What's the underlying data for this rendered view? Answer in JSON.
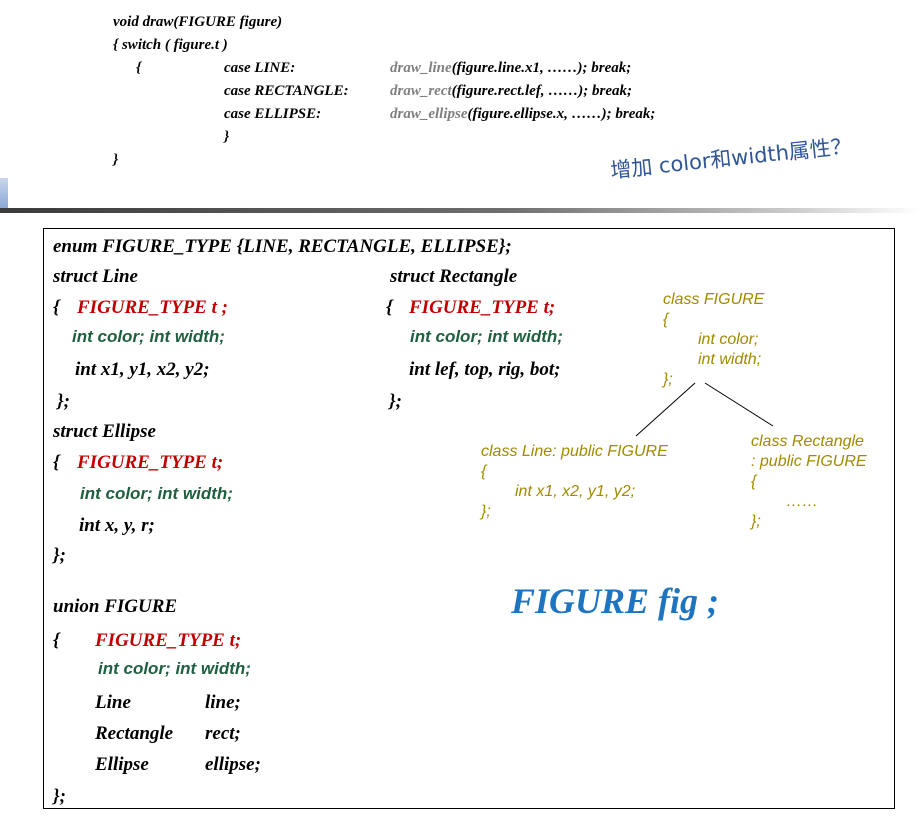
{
  "top_code": {
    "l1": "void draw(FIGURE  figure)",
    "l2": "{    switch ( figure.t )",
    "l3_brace": "{",
    "case_line": "case LINE:",
    "case_rect": "case RECTANGLE:",
    "case_ellipse": "case ELLIPSE:",
    "call_line_fn": "draw_line",
    "call_line_rest": "(figure.line.x1, ……); break;",
    "call_rect_fn": "draw_rect",
    "call_rect_rest": "(figure.rect.lef, ……); break;",
    "call_ellipse_fn": "draw_ellipse",
    "call_ellipse_rest": "(figure.ellipse.x, ……); break;",
    "inner_close": "}",
    "outer_close": "}"
  },
  "question": "增加 color和width属性？",
  "box": {
    "enum_line": "enum FIGURE_TYPE  {LINE, RECTANGLE, ELLIPSE};",
    "line_struct": {
      "header": "struct Line",
      "open": "{",
      "type_field": "FIGURE_TYPE  t ;",
      "color_width": "int  color;    int  width;",
      "coords": "int x1, y1, x2, y2;",
      "close": "};"
    },
    "rect_struct": {
      "header": "struct  Rectangle",
      "open": "{",
      "type_field": "FIGURE_TYPE  t;",
      "color_width": "int  color;    int  width;",
      "coords": "int lef, top, rig, bot;",
      "close": "};"
    },
    "ellipse_struct": {
      "header": "struct Ellipse",
      "open": "{",
      "type_field": "FIGURE_TYPE  t;",
      "color_width": "int  color;    int  width;",
      "coords": "int x, y, r;",
      "close": "};"
    },
    "union_figure": {
      "header": "union FIGURE",
      "open": "{",
      "type_field": "FIGURE_TYPE  t;",
      "color_width": "int  color;    int  width;",
      "m1_type": "Line",
      "m1_name": "line;",
      "m2_type": "Rectangle",
      "m2_name": "rect;",
      "m3_type": "Ellipse",
      "m3_name": "ellipse;",
      "close": "};"
    },
    "class_figure": {
      "l1": "class FIGURE",
      "l2": "{",
      "l3": "int color;",
      "l4": "int width;",
      "l5": "};"
    },
    "class_line": {
      "l1": "class Line:   public FIGURE",
      "l2": "{",
      "l3": "int x1, x2, y1, y2;",
      "l4": "};"
    },
    "class_rect": {
      "l1": "class Rectangle",
      "l2": ":   public FIGURE",
      "l3": "{",
      "l4": "……",
      "l5": "};"
    },
    "figure_fig": "FIGURE  fig ;"
  },
  "colors": {
    "red": "#c00000",
    "green": "#1f5f3f",
    "olive": "#a08a00",
    "blue": "#1f74c0",
    "gray": "#7f7f7f"
  }
}
